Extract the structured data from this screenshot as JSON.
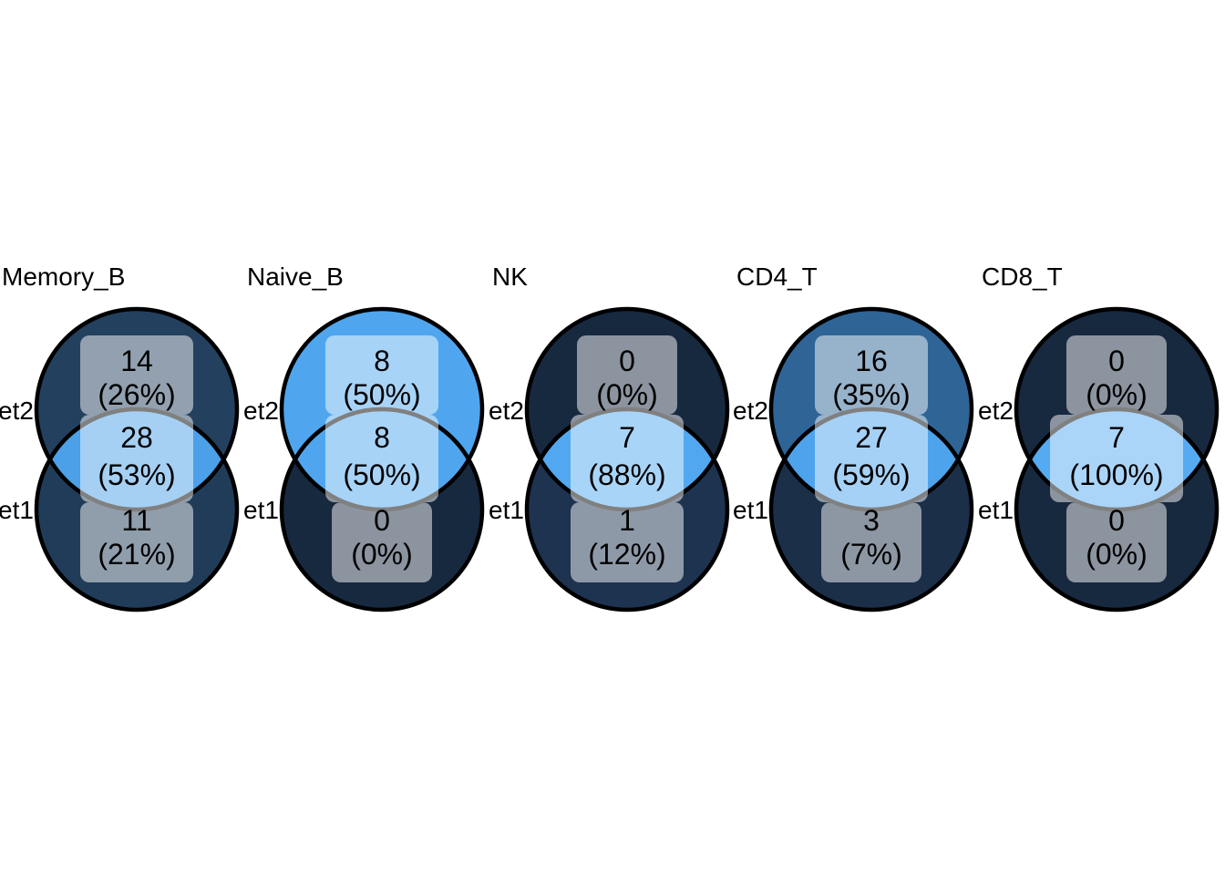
{
  "figure": {
    "background": "#FFFFFF",
    "circle_stroke": "#000000",
    "label_box_fill": "#FFFFFF",
    "label_box_opacity": "0.5"
  },
  "panels": [
    {
      "title": "Memory_B",
      "set2_label": "et2",
      "set1_label": "et1",
      "regions": {
        "set2_only": {
          "count": "14",
          "percent": "(26%)",
          "color": "#24405F"
        },
        "intersection": {
          "count": "28",
          "percent": "(53%)",
          "color": "#4BA0E8"
        },
        "set1_only": {
          "count": "11",
          "percent": "(21%)",
          "color": "#213C59"
        }
      }
    },
    {
      "title": "Naive_B",
      "set2_label": "et2",
      "set1_label": "et1",
      "regions": {
        "set2_only": {
          "count": "8",
          "percent": "(50%)",
          "color": "#4FA6EF"
        },
        "intersection": {
          "count": "8",
          "percent": "(50%)",
          "color": "#4FA6EF"
        },
        "set1_only": {
          "count": "0",
          "percent": "(0%)",
          "color": "#17293F"
        }
      }
    },
    {
      "title": "NK",
      "set2_label": "et2",
      "set1_label": "et1",
      "regions": {
        "set2_only": {
          "count": "0",
          "percent": "(0%)",
          "color": "#17293F"
        },
        "intersection": {
          "count": "7",
          "percent": "(88%)",
          "color": "#51A8F0"
        },
        "set1_only": {
          "count": "1",
          "percent": "(12%)",
          "color": "#1D3350"
        }
      }
    },
    {
      "title": "CD4_T",
      "set2_label": "et2",
      "set1_label": "et1",
      "regions": {
        "set2_only": {
          "count": "16",
          "percent": "(35%)",
          "color": "#2F6497"
        },
        "intersection": {
          "count": "27",
          "percent": "(59%)",
          "color": "#4DA3EC"
        },
        "set1_only": {
          "count": "3",
          "percent": "(7%)",
          "color": "#1B2F49"
        }
      }
    },
    {
      "title": "CD8_T",
      "set2_label": "et2",
      "set1_label": "et1",
      "regions": {
        "set2_only": {
          "count": "0",
          "percent": "(0%)",
          "color": "#17293F"
        },
        "intersection": {
          "count": "7",
          "percent": "(100%)",
          "color": "#55ABF2"
        },
        "set1_only": {
          "count": "0",
          "percent": "(0%)",
          "color": "#17293F"
        }
      }
    }
  ],
  "chart_data": {
    "type": "venn",
    "layout": "5 pairwise venn diagrams in a row, two vertically overlapping circles each",
    "set_labels_visible": [
      "et2",
      "et1"
    ],
    "panels": [
      {
        "title": "Memory_B",
        "regions": [
          {
            "region": "set2_only",
            "count": 14,
            "percent": 26
          },
          {
            "region": "intersection",
            "count": 28,
            "percent": 53
          },
          {
            "region": "set1_only",
            "count": 11,
            "percent": 21
          }
        ]
      },
      {
        "title": "Naive_B",
        "regions": [
          {
            "region": "set2_only",
            "count": 8,
            "percent": 50
          },
          {
            "region": "intersection",
            "count": 8,
            "percent": 50
          },
          {
            "region": "set1_only",
            "count": 0,
            "percent": 0
          }
        ]
      },
      {
        "title": "NK",
        "regions": [
          {
            "region": "set2_only",
            "count": 0,
            "percent": 0
          },
          {
            "region": "intersection",
            "count": 7,
            "percent": 88
          },
          {
            "region": "set1_only",
            "count": 1,
            "percent": 12
          }
        ]
      },
      {
        "title": "CD4_T",
        "regions": [
          {
            "region": "set2_only",
            "count": 16,
            "percent": 35
          },
          {
            "region": "intersection",
            "count": 27,
            "percent": 59
          },
          {
            "region": "set1_only",
            "count": 3,
            "percent": 7
          }
        ]
      },
      {
        "title": "CD8_T",
        "regions": [
          {
            "region": "set2_only",
            "count": 0,
            "percent": 0
          },
          {
            "region": "intersection",
            "count": 7,
            "percent": 100
          },
          {
            "region": "set1_only",
            "count": 0,
            "percent": 0
          }
        ]
      }
    ],
    "fill_scale_note": "circle/lens fill darkness encodes region percent: 0% = #17293F dark navy, ~50%+ = #4FA6EF bright blue"
  }
}
